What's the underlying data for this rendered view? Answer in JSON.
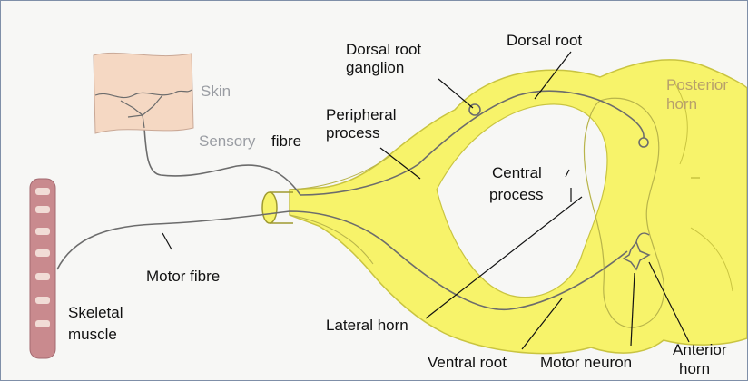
{
  "diagram": {
    "labels": {
      "dorsal_root_ganglion_line1": "Dorsal root",
      "dorsal_root_ganglion_line2": "ganglion",
      "dorsal_root": "Dorsal root",
      "posterior_horn_line1": "Posterior",
      "posterior_horn_line2": "horn",
      "skin": "Skin",
      "peripheral_process_line1": "Peripheral",
      "peripheral_process_line2": "process",
      "sensory_fibre_part1": "Sensory",
      "sensory_fibre_part2": "fibre",
      "central_process_line1": "Central",
      "central_process_line2": "process",
      "motor_fibre": "Motor fibre",
      "skeletal_muscle_line1": "Skeletal",
      "skeletal_muscle_line2": "muscle",
      "lateral_horn": "Lateral horn",
      "ventral_root": "Ventral root",
      "motor_neuron": "Motor neuron",
      "anterior_horn_line1": "Anterior",
      "anterior_horn_line2": "horn"
    },
    "colors": {
      "spinal_cord": "#f7f36a",
      "spinal_cord_outline": "#c9c440",
      "skin": "#f5d8c3",
      "muscle": "#c98a8e",
      "muscle_band": "#f1dcd6",
      "nerve_line": "#6c6c6c",
      "label_gray": "#9a9da3",
      "label_tan": "#b7a06a"
    }
  }
}
